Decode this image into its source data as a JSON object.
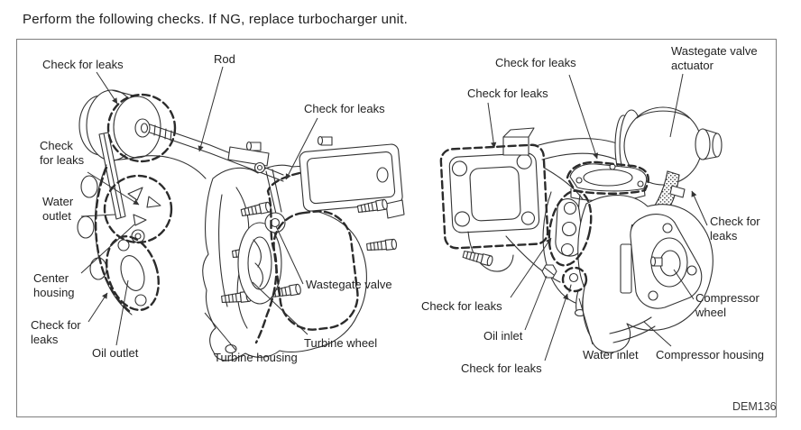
{
  "header": {
    "instruction": "Perform the following checks. If NG, replace turbocharger unit."
  },
  "diagram": {
    "code": "DEM136",
    "colors": {
      "line": "#333333",
      "text": "#232323",
      "frame": "#7e7e7e",
      "background": "#ffffff"
    },
    "left_view": {
      "labels": {
        "check_leaks_top": "Check for leaks",
        "rod": "Rod",
        "check_leaks_upper_right": "Check for leaks",
        "check_leaks_left": "Check\nfor leaks",
        "water_outlet": "Water\noutlet",
        "center_housing": "Center\nhousing",
        "check_leaks_lower_left": "Check for\nleaks",
        "oil_outlet": "Oil outlet",
        "turbine_housing": "Turbine housing",
        "turbine_wheel": "Turbine wheel",
        "wastegate_valve": "Wastegate valve"
      }
    },
    "right_view": {
      "labels": {
        "check_leaks_top": "Check for leaks",
        "check_leaks_upper_left": "Check for leaks",
        "wastegate_valve_actuator": "Wastegate valve\nactuator",
        "check_leaks_hose": "Check for\nleaks",
        "compressor_wheel": "Compressor\nwheel",
        "check_leaks_mid_left": "Check for leaks",
        "oil_inlet": "Oil inlet",
        "water_inlet": "Water inlet",
        "compressor_housing": "Compressor housing",
        "check_leaks_bottom": "Check for leaks"
      }
    }
  }
}
